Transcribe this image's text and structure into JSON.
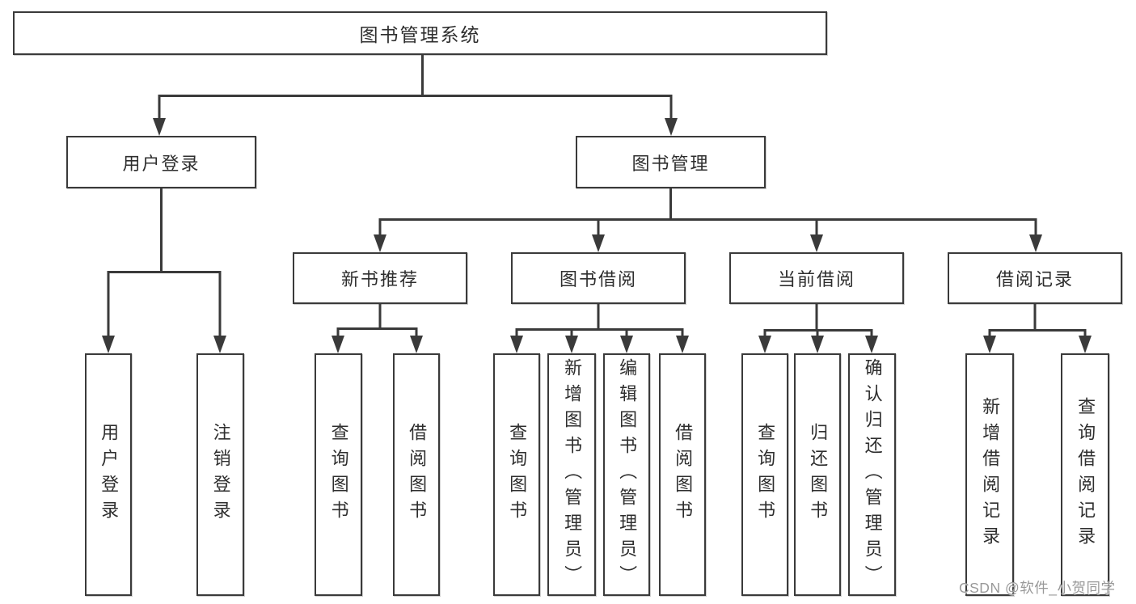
{
  "diagram": {
    "title": "图书管理系统",
    "branches": [
      {
        "label": "用户登录",
        "leaves": [
          {
            "label": "用户登录"
          },
          {
            "label": "注销登录"
          }
        ]
      },
      {
        "label": "图书管理",
        "groups": [
          {
            "label": "新书推荐",
            "leaves": [
              {
                "label": "查询图书"
              },
              {
                "label": "借阅图书"
              }
            ]
          },
          {
            "label": "图书借阅",
            "leaves": [
              {
                "label": "查询图书"
              },
              {
                "label": "新增图书（管理员）"
              },
              {
                "label": "编辑图书（管理员）"
              },
              {
                "label": "借阅图书"
              }
            ]
          },
          {
            "label": "当前借阅",
            "leaves": [
              {
                "label": "查询图书"
              },
              {
                "label": "归还图书"
              },
              {
                "label": "确认归还（管理员）"
              }
            ]
          },
          {
            "label": "借阅记录",
            "leaves": [
              {
                "label": "新增借阅记录"
              },
              {
                "label": "查询借阅记录"
              }
            ]
          }
        ]
      }
    ]
  },
  "watermark": "CSDN @软件_小贺同学",
  "colors": {
    "line": "#3a3a3a",
    "text": "#2e2e2e",
    "watermark": "#999999",
    "background": "#ffffff"
  }
}
